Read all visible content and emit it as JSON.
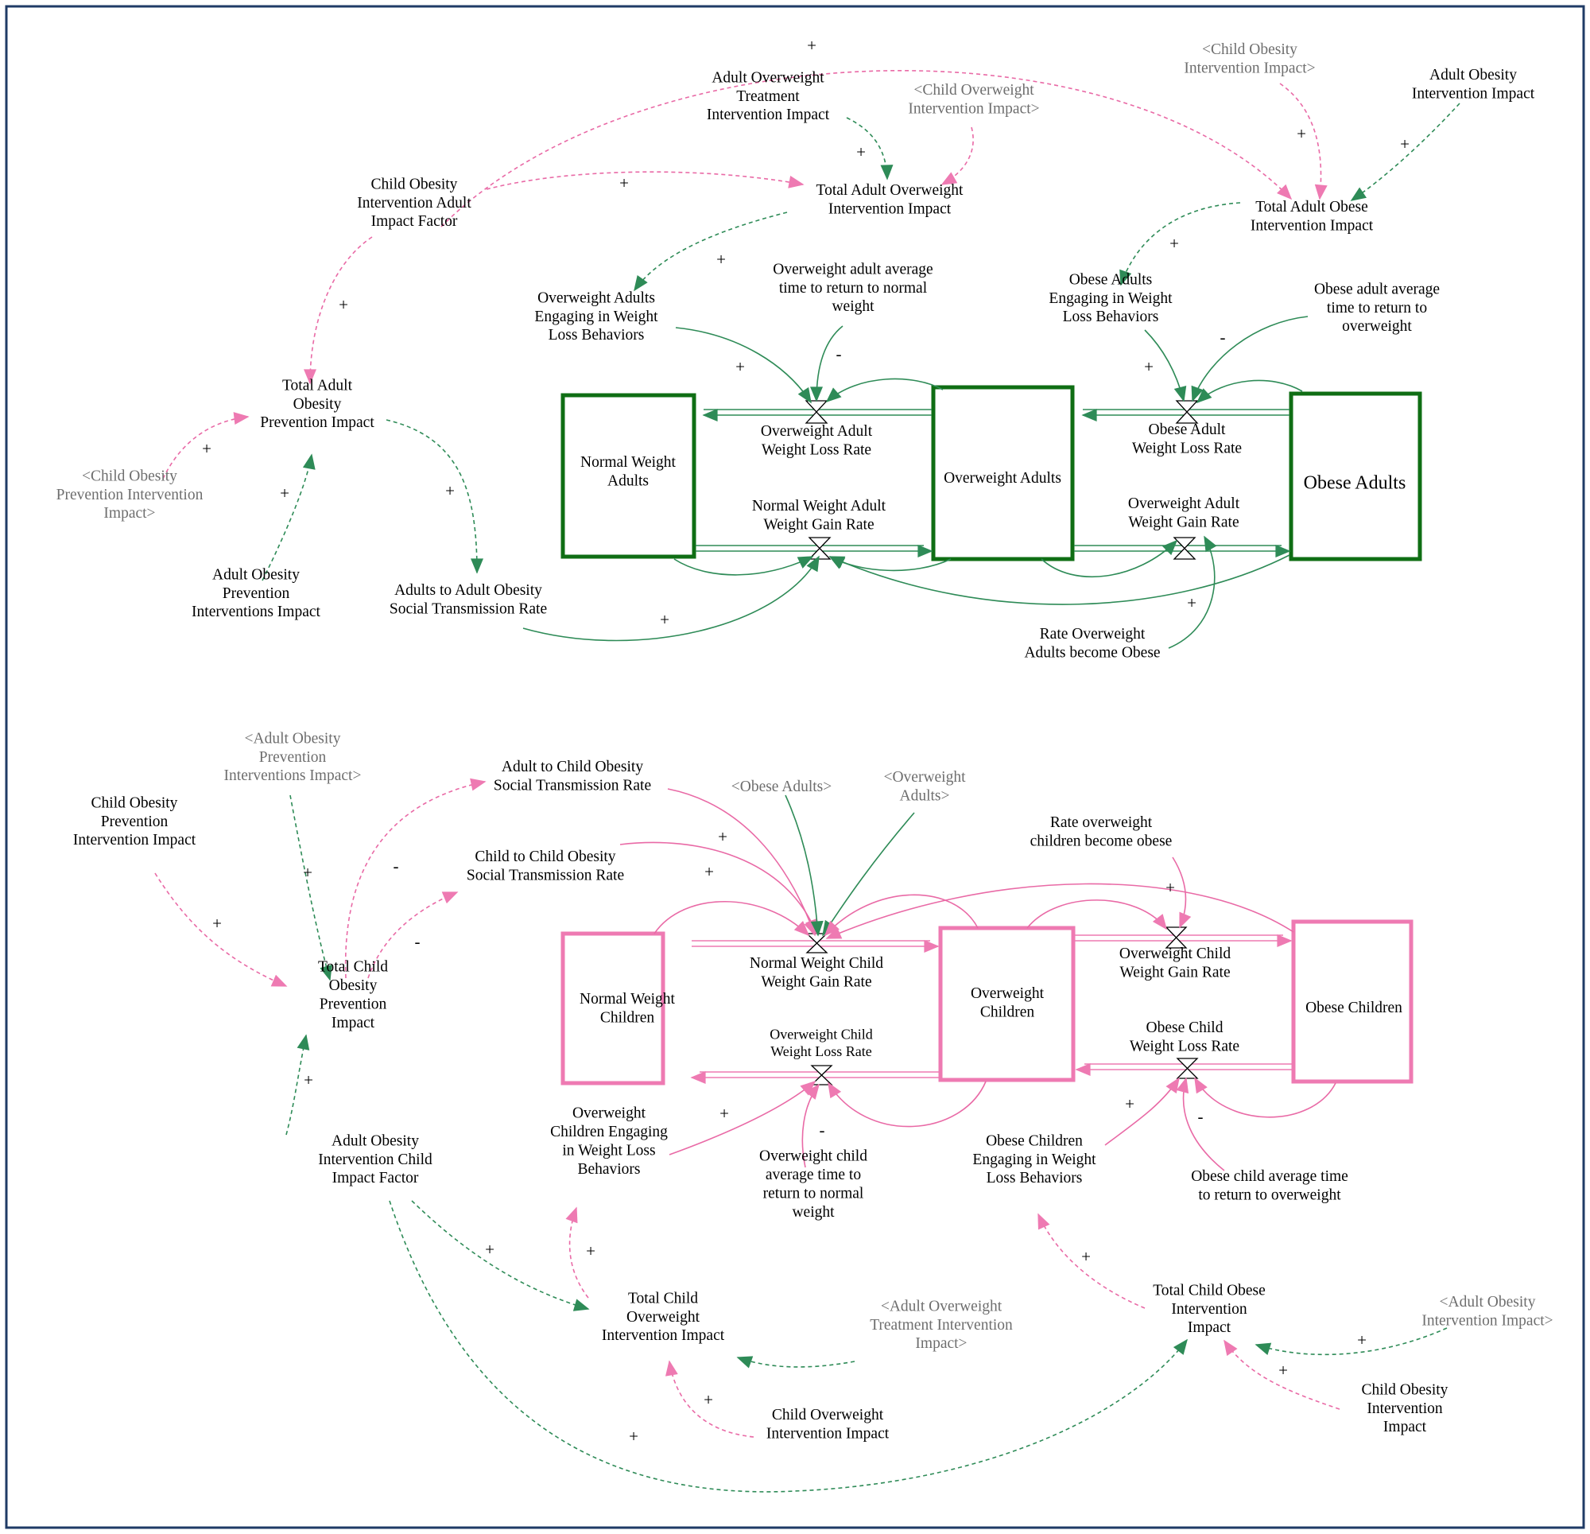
{
  "adult": {
    "stocks": {
      "normal": [
        "Normal Weight",
        "Adults"
      ],
      "overweight": [
        "Overweight Adults"
      ],
      "obese": [
        "Obese Adults"
      ]
    },
    "flows": {
      "ow_loss": [
        "Overweight Adult",
        "Weight Loss Rate"
      ],
      "ob_loss": [
        "Obese Adult",
        "Weight Loss Rate"
      ],
      "nw_gain": [
        "Normal Weight Adult",
        "Weight Gain Rate"
      ],
      "ow_gain": [
        "Overweight Adult",
        "Weight Gain Rate"
      ]
    },
    "vars": {
      "child_ob_adult_factor": [
        "Child Obesity",
        "Intervention Adult",
        "Impact Factor"
      ],
      "adult_ow_treatment": [
        "Adult Overweight",
        "Treatment",
        "Intervention Impact"
      ],
      "shadow_child_ow_impact": [
        "<Child Overweight",
        "Intervention Impact>"
      ],
      "shadow_child_ob_impact": [
        "<Child Obesity",
        "Intervention Impact>"
      ],
      "adult_ob_intervention": [
        "Adult Obesity",
        "Intervention Impact"
      ],
      "total_adult_ow": [
        "Total Adult Overweight",
        "Intervention Impact"
      ],
      "total_adult_ob": [
        "Total Adult Obese",
        "Intervention Impact"
      ],
      "ow_adults_engaging": [
        "Overweight Adults",
        "Engaging in Weight",
        "Loss Behaviors"
      ],
      "ow_adult_time": [
        "Overweight adult average",
        "time to return to normal",
        "weight"
      ],
      "ob_adults_engaging": [
        "Obese Adults",
        "Engaging in Weight",
        "Loss Behaviors"
      ],
      "ob_adult_time": [
        "Obese adult average",
        "time to return to",
        "overweight"
      ],
      "total_adult_prev": [
        "Total Adult",
        "Obesity",
        "Prevention Impact"
      ],
      "shadow_child_prev": [
        "<Child Obesity",
        "Prevention Intervention",
        "Impact>"
      ],
      "adult_prev_impact": [
        "Adult Obesity",
        "Prevention",
        "Interventions Impact"
      ],
      "adult_social": [
        "Adults to Adult Obesity",
        "Social Transmission Rate"
      ],
      "rate_ow_obese": [
        "Rate Overweight",
        "Adults become Obese"
      ]
    }
  },
  "child": {
    "stocks": {
      "normal": [
        "Normal Weight",
        "Children"
      ],
      "overweight": [
        "Overweight",
        "Children"
      ],
      "obese": [
        "Obese Children"
      ]
    },
    "flows": {
      "nw_gain": [
        "Normal Weight Child",
        "Weight Gain Rate"
      ],
      "ow_gain": [
        "Overweight Child",
        "Weight Gain Rate"
      ],
      "ow_loss": [
        "Overweight Child",
        "Weight Loss Rate"
      ],
      "ob_loss": [
        "Obese Child",
        "Weight Loss Rate"
      ]
    },
    "vars": {
      "shadow_adult_prev": [
        "<Adult Obesity",
        "Prevention",
        "Interventions Impact>"
      ],
      "child_prev_impact": [
        "Child Obesity",
        "Prevention",
        "Intervention Impact"
      ],
      "adult_child_social": [
        "Adult to Child Obesity",
        "Social Transmission Rate"
      ],
      "child_child_social": [
        "Child to Child Obesity",
        "Social Transmission Rate"
      ],
      "shadow_obese_adults": [
        "<Obese Adults>"
      ],
      "shadow_ow_adults": [
        "<Overweight",
        "Adults>"
      ],
      "rate_ow_children_obese": [
        "Rate overweight",
        "children become obese"
      ],
      "total_child_prev": [
        "Total Child",
        "Obesity",
        "Prevention",
        "Impact"
      ],
      "adult_ob_child_factor": [
        "Adult Obesity",
        "Intervention Child",
        "Impact Factor"
      ],
      "ow_children_engaging": [
        "Overweight",
        "Children Engaging",
        "in Weight Loss",
        "Behaviors"
      ],
      "ow_child_time": [
        "Overweight child",
        "average time to",
        "return to normal",
        "weight"
      ],
      "ob_children_engaging": [
        "Obese Children",
        "Engaging in Weight",
        "Loss Behaviors"
      ],
      "ob_child_time": [
        "Obese child average time",
        "to return to overweight"
      ],
      "total_child_ow": [
        "Total Child",
        "Overweight",
        "Intervention Impact"
      ],
      "shadow_adult_ow_treatment": [
        "<Adult Overweight",
        "Treatment Intervention",
        "Impact>"
      ],
      "child_ow_impact": [
        "Child Overweight",
        "Intervention Impact"
      ],
      "total_child_ob": [
        "Total Child Obese",
        "Intervention",
        "Impact"
      ],
      "shadow_adult_ob": [
        "<Adult Obesity",
        "Intervention Impact>"
      ],
      "child_ob_impact": [
        "Child Obesity",
        "Intervention",
        "Impact"
      ]
    }
  },
  "signs": {
    "plus": "+",
    "minus": "-"
  },
  "colors": {
    "green": "#2e8b57",
    "stock_green": "#0f6e14",
    "pink": "#e96aa6",
    "stock_pink": "#ee7ab2",
    "shadow_text": "#6e6e6e",
    "frame": "#1f3b66"
  }
}
